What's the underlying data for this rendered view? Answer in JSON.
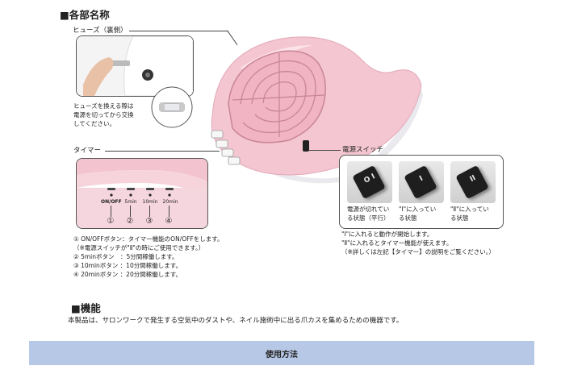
{
  "section_parts": {
    "title": "■各部名称"
  },
  "fuse": {
    "label": "ヒューズ（裏側）",
    "desc_lines": [
      "ヒューズを換える際は",
      "電源を切ってから交換",
      "してください。"
    ]
  },
  "timer": {
    "label": "タイマー",
    "buttons": [
      "ON/OFF",
      "5min",
      "10min",
      "20min"
    ],
    "markers": [
      "①",
      "②",
      "③",
      "④"
    ],
    "desc_lines": [
      "① ON/OFFボタン：タイマー機能のON/OFFをします。",
      "（※電源スイッチが\"Ⅱ\"の時にご使用できます。）",
      "② 5minボタン　：5分間稼働します。",
      "③ 10minボタン ：10分間稼働します。",
      "④ 20minボタン ：20分間稼働します。"
    ]
  },
  "power_switch": {
    "label": "電源スイッチ",
    "states": [
      {
        "glyph": "O I",
        "lines": [
          "電源が切れてい",
          "る状態（平行）"
        ]
      },
      {
        "glyph": "I",
        "lines": [
          "\"Ⅰ\"に入ってい",
          "る状態"
        ]
      },
      {
        "glyph": "II",
        "lines": [
          "\"Ⅱ\"に入ってい",
          "る状態"
        ]
      }
    ],
    "notes": [
      "\"Ⅰ\"に入れると動作が開始します。",
      "\"Ⅱ\"に入れるとタイマー機能が使えます。",
      "（※詳しくは左記【タイマー】の説明をご覧ください。）"
    ]
  },
  "section_function": {
    "title": "■機能",
    "body": "本製品は、サロンワークで発生する空気中のダストや、ネイル施術中に出る爪カスを集めるための機器です。"
  },
  "footer": {
    "label": "使用方法"
  },
  "colors": {
    "device_pink": "#f4c6d1",
    "footer_blue": "#b7c8e6"
  }
}
